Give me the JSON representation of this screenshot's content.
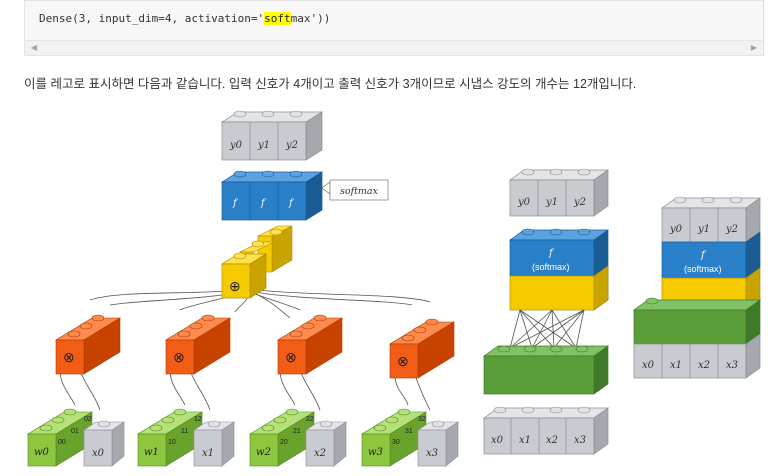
{
  "code": {
    "prefix": "Dense(3, input_dim=4, activation='",
    "highlight": "soft",
    "suffix": "max'))"
  },
  "scrollbar": {
    "left_arrow": "◀",
    "right_arrow": "▶"
  },
  "description": "이를 레고로 표시하면 다음과 같습니다. 입력 신호가 4개이고 출력 신호가 3개이므로 시냅스 강도의 개수는 12개입니다.",
  "figure": {
    "outputs": [
      "y0",
      "y1",
      "y2"
    ],
    "activation_symbol": "f",
    "callout": "softmax",
    "sum_symbol": "⊕",
    "mult_symbol": "⊗",
    "inputs": [
      "x0",
      "x1",
      "x2",
      "x3"
    ],
    "weight_labels": [
      "w0",
      "w1",
      "w2",
      "w3"
    ],
    "weight_indices": [
      [
        "00",
        "01",
        "02"
      ],
      [
        "10",
        "11",
        "12"
      ],
      [
        "20",
        "21",
        "22"
      ],
      [
        "30",
        "31",
        "32"
      ]
    ],
    "middle_activation": "f",
    "middle_activation_sub": "(softmax)",
    "right_activation": "f",
    "right_activation_sub": "(softmax)"
  },
  "colors": {
    "gray": "#c8cbd0",
    "blue": "#2a7fc9",
    "yellow": "#f5cb00",
    "orange": "#f25c14",
    "green_light": "#8dc63f",
    "green_dark": "#5a9e3a"
  }
}
